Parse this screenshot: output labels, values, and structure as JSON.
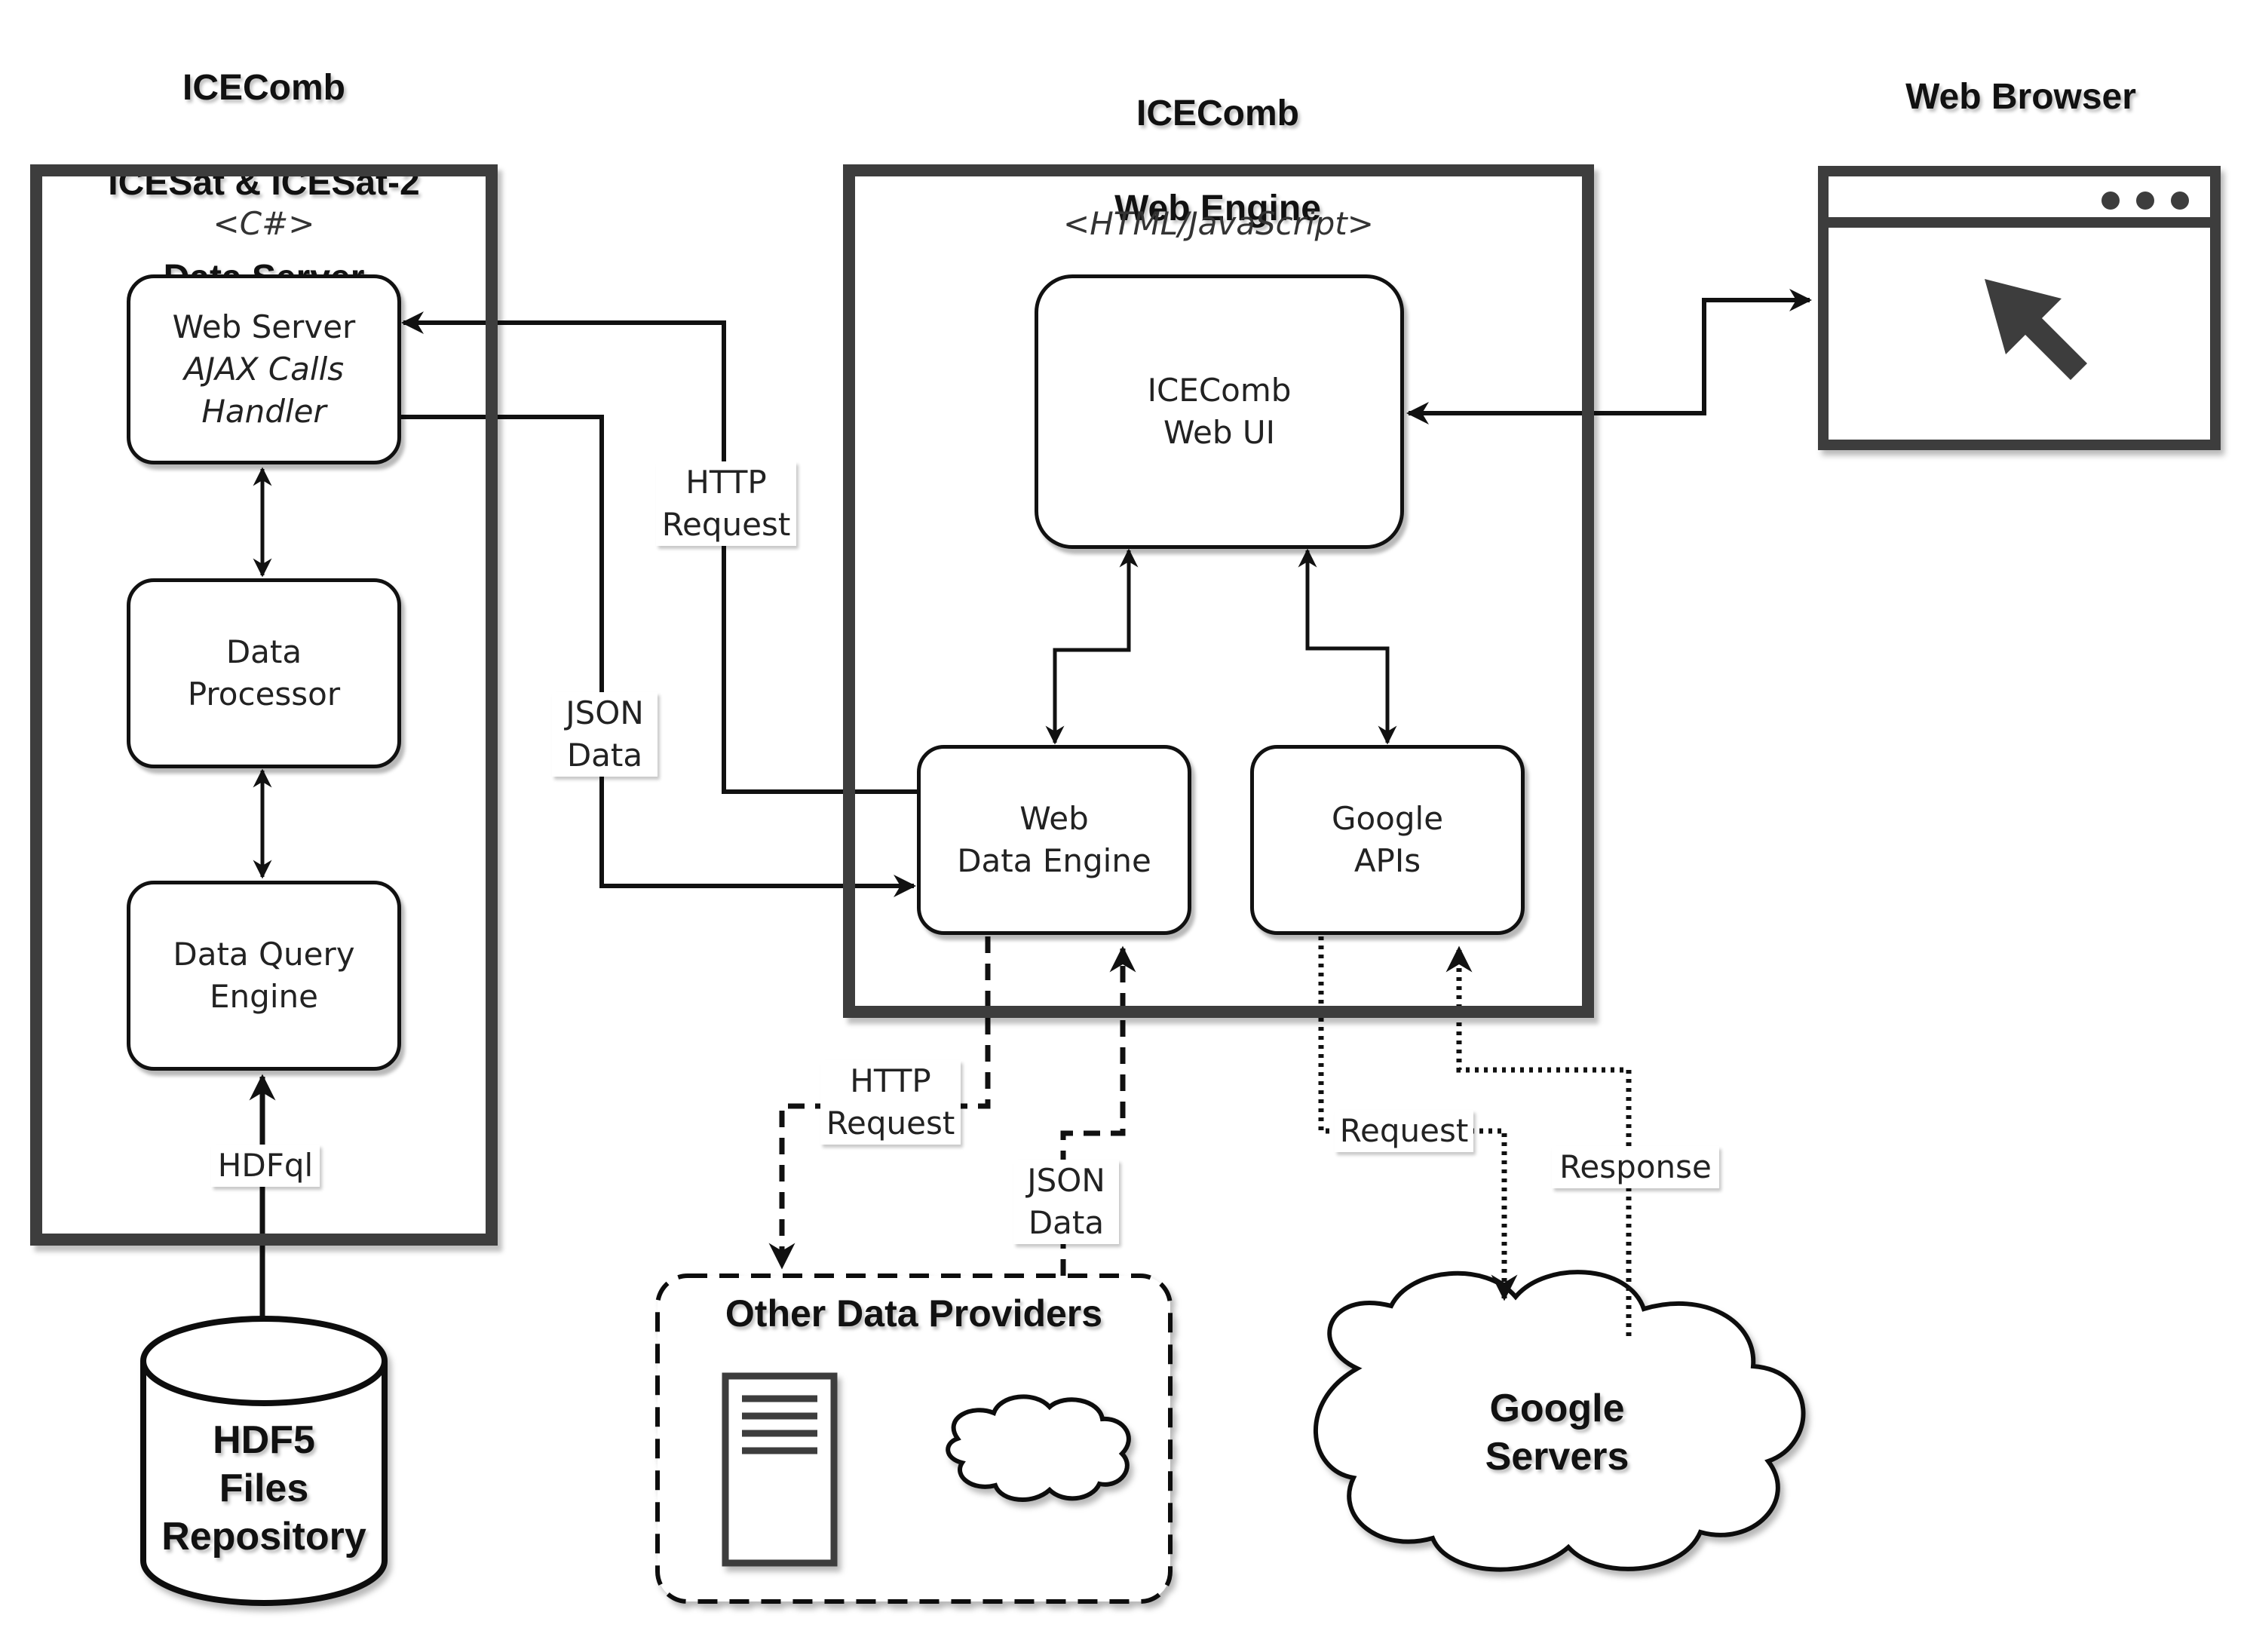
{
  "titles": {
    "data_server": [
      "ICEComb",
      "ICESat & ICESat-2",
      "Data Server"
    ],
    "web_engine": [
      "ICEComb",
      "Web Engine"
    ],
    "web_browser": "Web Browser"
  },
  "containers": {
    "data_server_lang": "<C#>",
    "web_engine_lang": "<HTML/JavaScript>"
  },
  "nodes": {
    "web_server": {
      "line1": "Web Server",
      "line2": "AJAX Calls",
      "line3": "Handler"
    },
    "data_processor": [
      "Data",
      "Processor"
    ],
    "data_query_engine": [
      "Data Query",
      "Engine"
    ],
    "icecomb_web_ui": [
      "ICEComb",
      "Web UI"
    ],
    "web_data_engine": [
      "Web",
      "Data Engine"
    ],
    "google_apis": [
      "Google",
      "APIs"
    ],
    "hdf5_repo": [
      "HDF5",
      "Files",
      "Repository"
    ],
    "other_providers": "Other Data Providers",
    "google_servers": [
      "Google",
      "Servers"
    ]
  },
  "edge_labels": {
    "http_request_top": [
      "HTTP",
      "Request"
    ],
    "json_data_top": [
      "JSON",
      "Data"
    ],
    "hdfql": "HDFql",
    "http_request_bottom": [
      "HTTP",
      "Request"
    ],
    "json_data_bottom": [
      "JSON",
      "Data"
    ],
    "request": "Request",
    "response": "Response"
  },
  "colors": {
    "container_border": "#3d3d3d",
    "line": "#111111"
  }
}
